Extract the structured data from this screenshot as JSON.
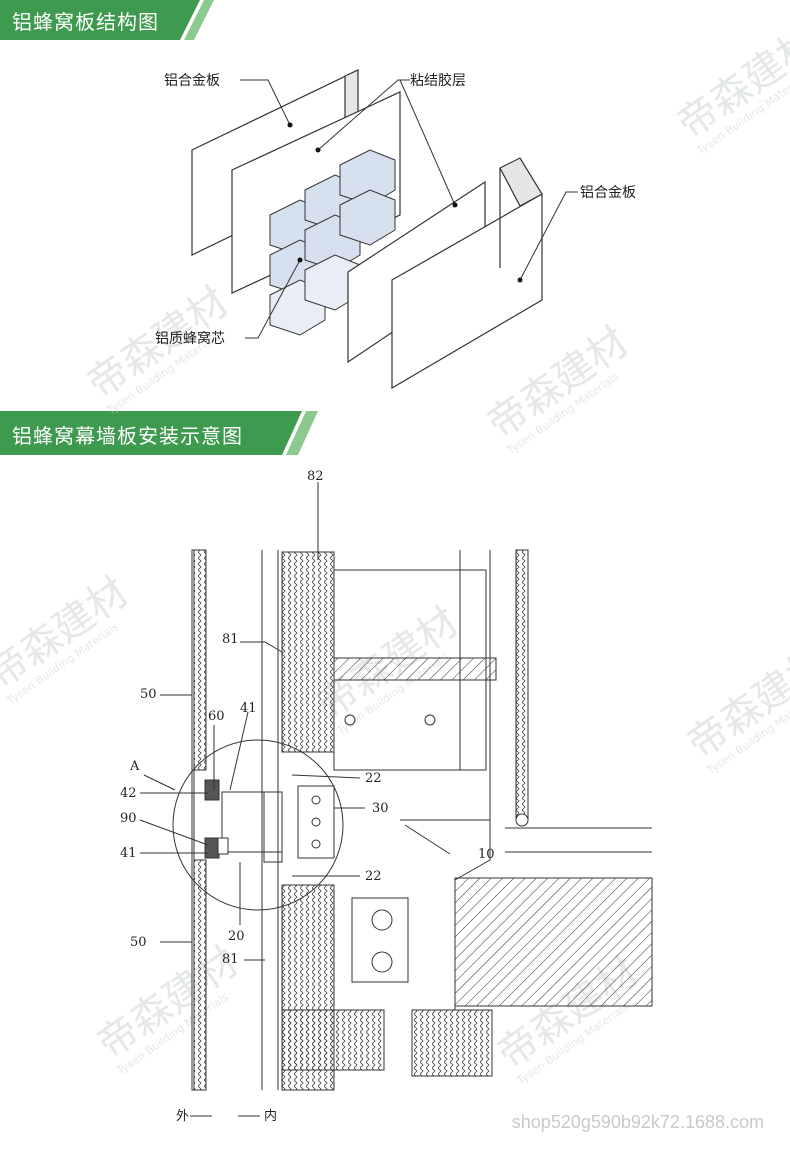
{
  "section1": {
    "title": "铝蜂窝板结构图"
  },
  "section2": {
    "title": "铝蜂窝幕墙板安装示意图"
  },
  "exploded": {
    "labels": {
      "front_panel": "铝合金板",
      "adhesive": "粘结胶层",
      "back_panel": "铝合金板",
      "core": "铝质蜂窝芯"
    }
  },
  "install": {
    "callouts": {
      "n82": "82",
      "n81a": "81",
      "n50a": "50",
      "n60": "60",
      "n41a": "41",
      "nA": "A",
      "n42": "42",
      "n90": "90",
      "n41b": "41",
      "n22a": "22",
      "n30": "30",
      "n10": "10",
      "n22b": "22",
      "n20": "20",
      "n81b": "81",
      "n50b": "50"
    },
    "legend": {
      "outside": "外",
      "inside": "内"
    }
  },
  "watermark": {
    "brand": "帝森建材",
    "sub": "Tysen Building Materials"
  },
  "footer": {
    "shop": "shop520g590b92k72.1688.com"
  },
  "colors": {
    "banner_green": "#3d9a4e",
    "banner_light": "#8cc98f",
    "line": "#333333"
  }
}
